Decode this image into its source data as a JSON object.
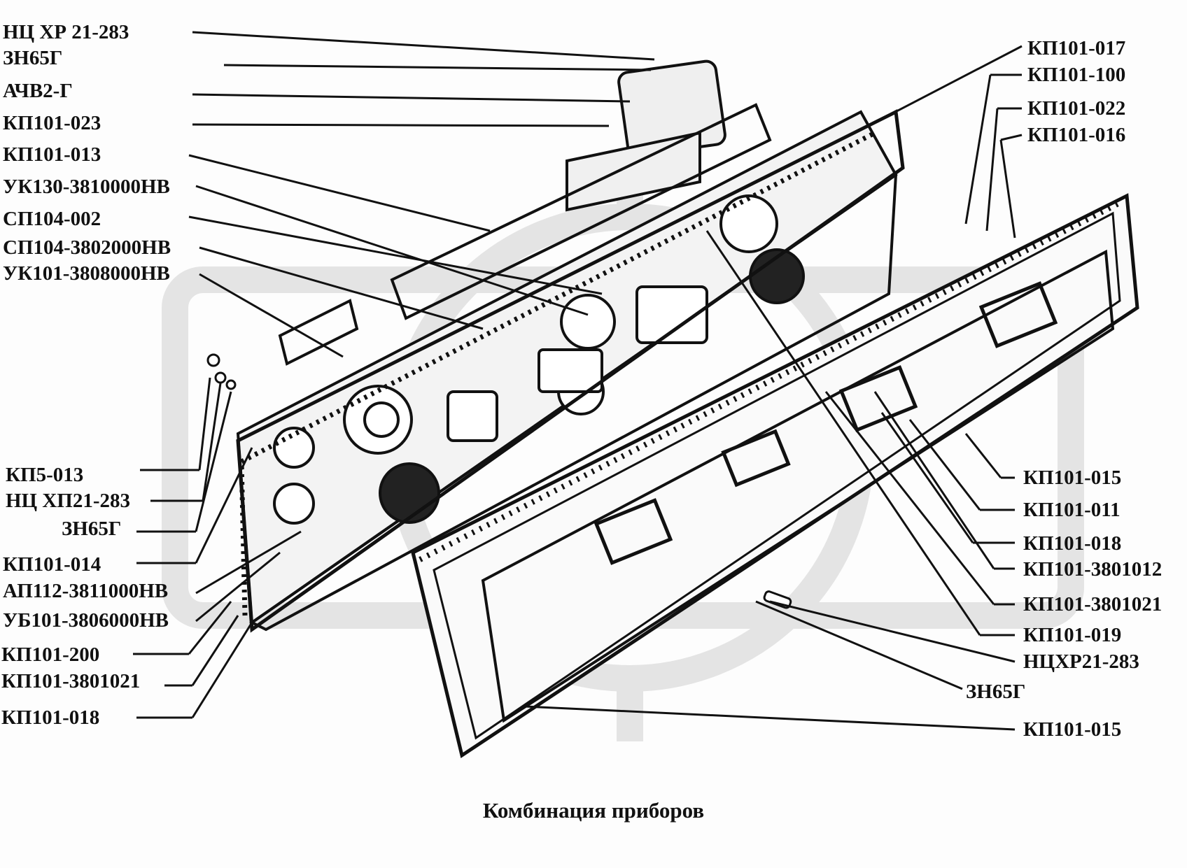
{
  "caption": "Комбинация приборов",
  "colors": {
    "ink": "#111111",
    "watermark": "#e4e4e4",
    "paper": "#fdfdfd"
  },
  "labels": {
    "left": [
      "НЦ ХР 21-283",
      "ЗН65Г",
      "АЧВ2-Г",
      "КП101-023",
      "КП101-013",
      "УК130-3810000НВ",
      "СП104-002",
      "СП104-3802000НВ",
      "УК101-3808000НВ",
      "КП5-013",
      "НЦ ХП21-283",
      "ЗН65Г",
      "КП101-014",
      "АП112-3811000НВ",
      "УБ101-3806000НВ",
      "КП101-200",
      "КП101-3801021",
      "КП101-018"
    ],
    "right": [
      "КП101-017",
      "КП101-100",
      "КП101-022",
      "КП101-016",
      "КП101-015",
      "КП101-011",
      "КП101-018",
      "КП101-3801012",
      "КП101-3801021",
      "КП101-019",
      "НЦХР21-283",
      "ЗН65Г",
      "КП101-015"
    ]
  }
}
